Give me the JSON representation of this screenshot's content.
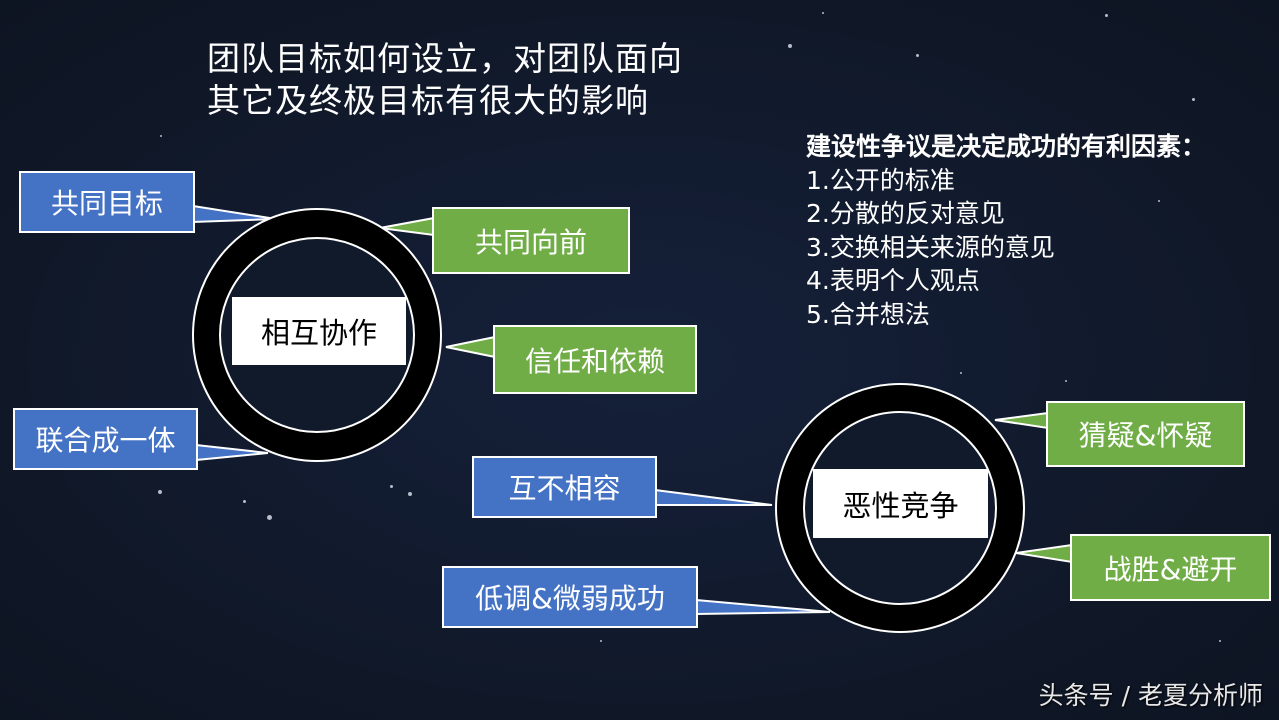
{
  "title": {
    "line1": "团队目标如何设立，对团队面向",
    "line2": "其它及终极目标有很大的影响"
  },
  "cooperation_cluster": {
    "center": "相互协作",
    "labels": [
      {
        "text": "共同目标",
        "color": "blue"
      },
      {
        "text": "共同向前",
        "color": "green"
      },
      {
        "text": "信任和依赖",
        "color": "green"
      },
      {
        "text": "联合成一体",
        "color": "blue"
      }
    ]
  },
  "competition_cluster": {
    "center": "恶性竞争",
    "labels": [
      {
        "text": "猜疑&怀疑",
        "color": "green"
      },
      {
        "text": "互不相容",
        "color": "blue"
      },
      {
        "text": "战胜&避开",
        "color": "green"
      },
      {
        "text": "低调&微弱成功",
        "color": "blue"
      }
    ]
  },
  "factors": {
    "heading": "建设性争议是决定成功的有利因素：",
    "items": [
      "1.公开的标准",
      "2.分散的反对意见",
      "3.交换相关来源的意见",
      "4.表明个人观点",
      "5.合并想法"
    ]
  },
  "watermark": "头条号 / 老夏分析师",
  "colors": {
    "background": "#111a2b",
    "blue": "#4472c4",
    "green": "#70ad47",
    "ring": "#000000",
    "outline": "#ffffff"
  }
}
